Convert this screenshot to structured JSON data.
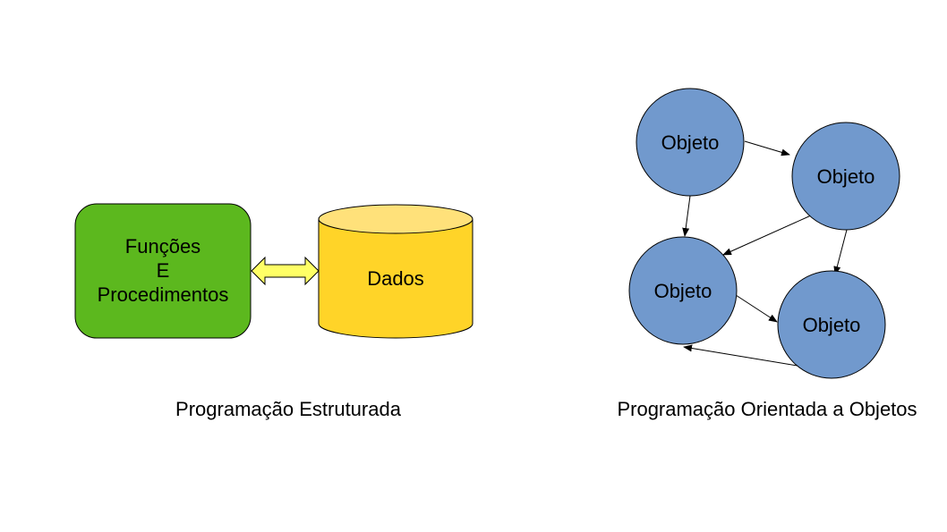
{
  "structured": {
    "functions_box": {
      "lines": [
        "Funções",
        "E",
        "Procedimentos"
      ],
      "color": "#5cb81e"
    },
    "data_cylinder": {
      "label": "Dados",
      "color": "#ffd428",
      "top_color": "#ffe17a"
    },
    "connector_color": "#ffff66",
    "caption": "Programação Estruturada"
  },
  "object_oriented": {
    "node_color": "#7199cd",
    "nodes": [
      {
        "label": "Objeto"
      },
      {
        "label": "Objeto"
      },
      {
        "label": "Objeto"
      },
      {
        "label": "Objeto"
      }
    ],
    "caption": "Programação Orientada a Objetos"
  }
}
